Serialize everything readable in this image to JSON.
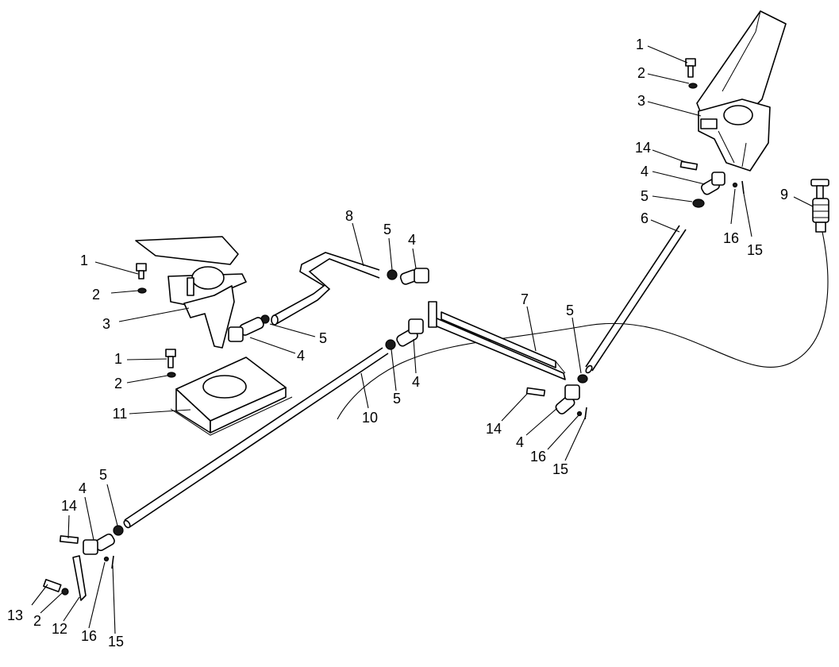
{
  "callouts": {
    "r1": "1",
    "r2": "2",
    "r3": "3",
    "r14": "14",
    "r4": "4",
    "r5": "5",
    "r16": "16",
    "r15": "15",
    "r9": "9",
    "r6": "6",
    "m8": "8",
    "m5a": "5",
    "m4a": "4",
    "m7": "7",
    "m5b": "5",
    "l1a": "1",
    "l2a": "2",
    "l3": "3",
    "l5c": "5",
    "l4c": "4",
    "l1b": "1",
    "l2b": "2",
    "l11": "11",
    "c10": "10",
    "c5d": "5",
    "c4d": "4",
    "b14": "14",
    "b4": "4",
    "b16": "16",
    "b15": "15",
    "ll5": "5",
    "ll4": "4",
    "ll14": "14",
    "ll13": "13",
    "ll2": "2",
    "ll12": "12",
    "ll16": "16",
    "ll15": "15"
  },
  "colors": {
    "ink": "#000000",
    "paper": "#ffffff"
  }
}
